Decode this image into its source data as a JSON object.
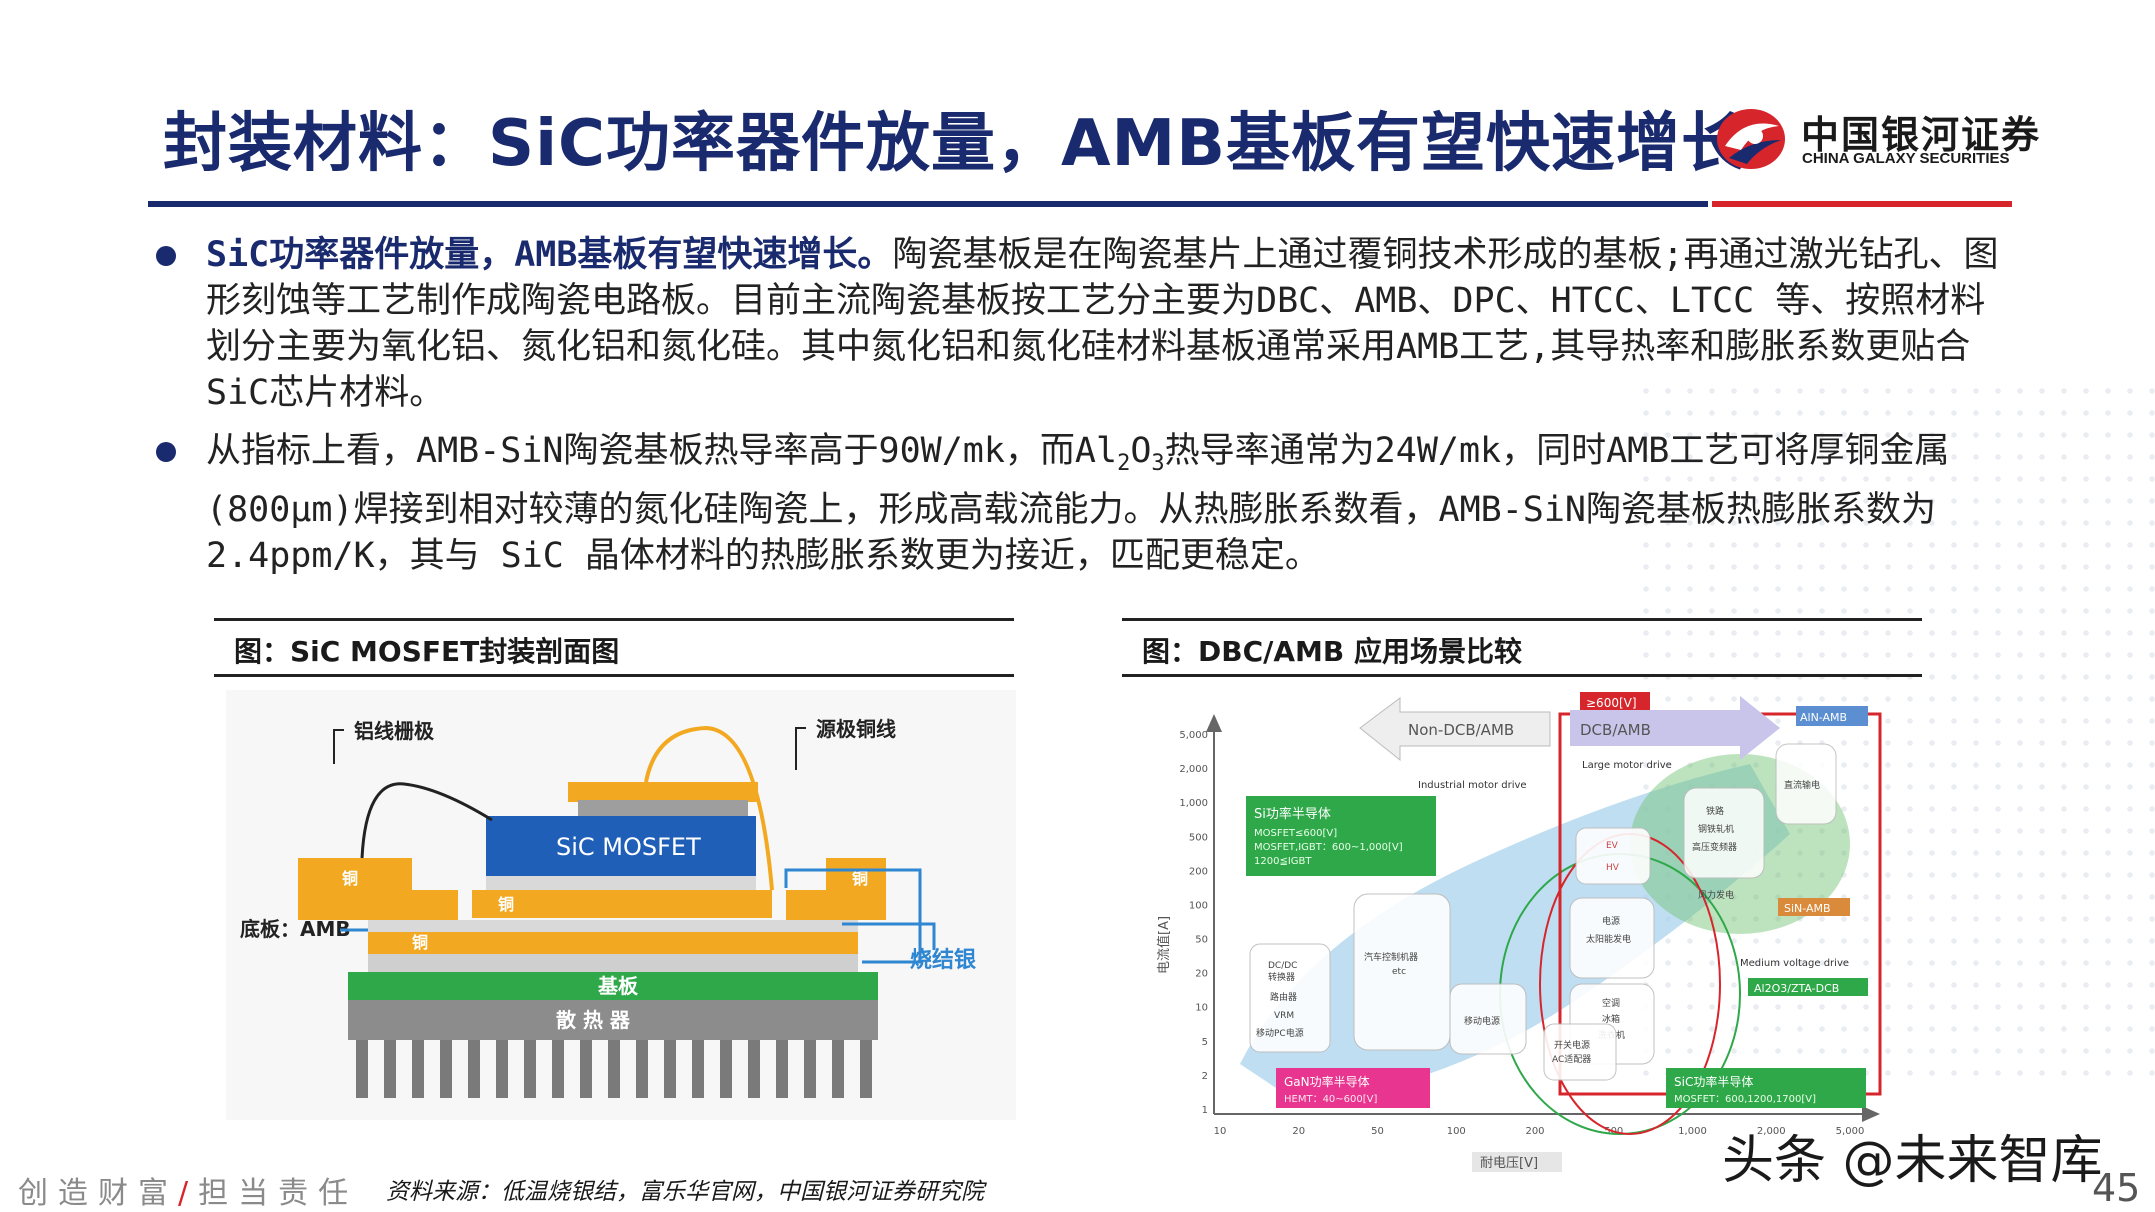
{
  "header": {
    "title": "封装材料：SiC功率器件放量，AMB基板有望快速增长",
    "logo_cn": "中国银河证券",
    "logo_en": "CHINA GALAXY SECURITIES"
  },
  "bullets": [
    {
      "lead": "SiC功率器件放量，AMB基板有望快速增长。",
      "text": "陶瓷基板是在陶瓷基片上通过覆铜技术形成的基板;再通过激光钻孔、图形刻蚀等工艺制作成陶瓷电路板。目前主流陶瓷基板按工艺分主要为DBC、AMB、DPC、HTCC、LTCC 等、按照材料划分主要为氧化铝、氮化铝和氮化硅。其中氮化铝和氮化硅材料基板通常采用AMB工艺,其导热率和膨胀系数更贴合SiC芯片材料。"
    },
    {
      "t1": "从指标上看，AMB-SiN陶瓷基板热导率高于90W/mk，而Al",
      "s1": "2",
      "t2": "O",
      "s2": "3",
      "t3": "热导率通常为24W/mk，同时AMB工艺可将厚铜金属(800μm)焊接到相对较薄的氮化硅陶瓷上，形成高载流能力。从热膨胀系数看，AMB-SiN陶瓷基板热膨胀系数为2.4ppm/K，其与 SiC 晶体材料的热膨胀系数更为接近，匹配更稳定。"
    }
  ],
  "left_figure": {
    "caption": "图：SiC MOSFET封装剖面图",
    "labels": {
      "al_wire": "铝线栅极",
      "cu_wire": "源极铜线",
      "chip": "SiC MOSFET",
      "copper_left": "铜",
      "copper_right": "铜",
      "copper_mid": "铜",
      "copper_bottom": "铜",
      "base": "底板：AMB",
      "sinter": "烧结银",
      "substrate": "基板",
      "heatsink": "散 热 器"
    }
  },
  "right_figure": {
    "caption": "图：DBC/AMB 应用场景比较",
    "labels": {
      "v600": "≥600[V]",
      "non_dcb": "Non-DCB/AMB",
      "dcb_amb": "DCB/AMB",
      "aln_amb": "AlN-AMB",
      "large_motor": "Large motor drive",
      "industrial_motor": "Industrial motor drive",
      "sic_box_title": "Si功率半导体",
      "sic_box_l1": "MOSFET≤600[V]",
      "sic_box_l2": "MOSFET,IGBT：600~1,000[V]",
      "sic_box_l3": "1200≦IGBT",
      "ev": "EV",
      "hv": "HV",
      "rail": "铁路",
      "rail2": "钢铁轧机",
      "rail3": "高压变频器",
      "grid": "直流输电",
      "wind": "风力发电",
      "sin_amb": "SiN-AMB",
      "medium_voltage": "Medium voltage drive",
      "al2o3": "Al2O3/ZTA-DCB",
      "dcdc": "DC/DC",
      "dcdc2": "转换器",
      "router": "路由器",
      "vrm": "VRM",
      "pc": "移动PC电源",
      "car_ctrl": "汽车控制机器",
      "etc": "etc",
      "mobile": "移动电源",
      "power": "电源",
      "solar": "太阳能发电",
      "ac": "空调",
      "wash": "冰箱",
      "wash2": "洗衣机",
      "switch": "开关电源",
      "switch2": "AC适配器",
      "gan_title": "GaN功率半导体",
      "gan_sub": "HEMT：40~600[V]",
      "sicpw_title": "SiC功率半导体",
      "sicpw_sub": "MOSFET：600,1200,1700[V]",
      "y_axis": "电流值[A]",
      "x_axis": "耐电压[V]",
      "y_ticks": [
        "5,000",
        "2,000",
        "1,000",
        "500",
        "200",
        "100",
        "50",
        "20",
        "10",
        "5",
        "2",
        "1"
      ],
      "x_ticks": [
        "10",
        "20",
        "50",
        "100",
        "200",
        "500",
        "1,000",
        "2,000",
        "5,000"
      ]
    }
  },
  "footer": {
    "slogan_a": "创造财富",
    "slash": "/",
    "slogan_b": "担当责任",
    "source": "资料来源：低温烧银结，富乐华官网，中国银河证券研究院",
    "watermark": "头条 @未来智库",
    "page": "45"
  },
  "colors": {
    "navy": "#1a2a6e",
    "red": "#d7252c",
    "amber": "#f2a921",
    "green": "#2fa84a",
    "blue": "#1f5fb8"
  }
}
